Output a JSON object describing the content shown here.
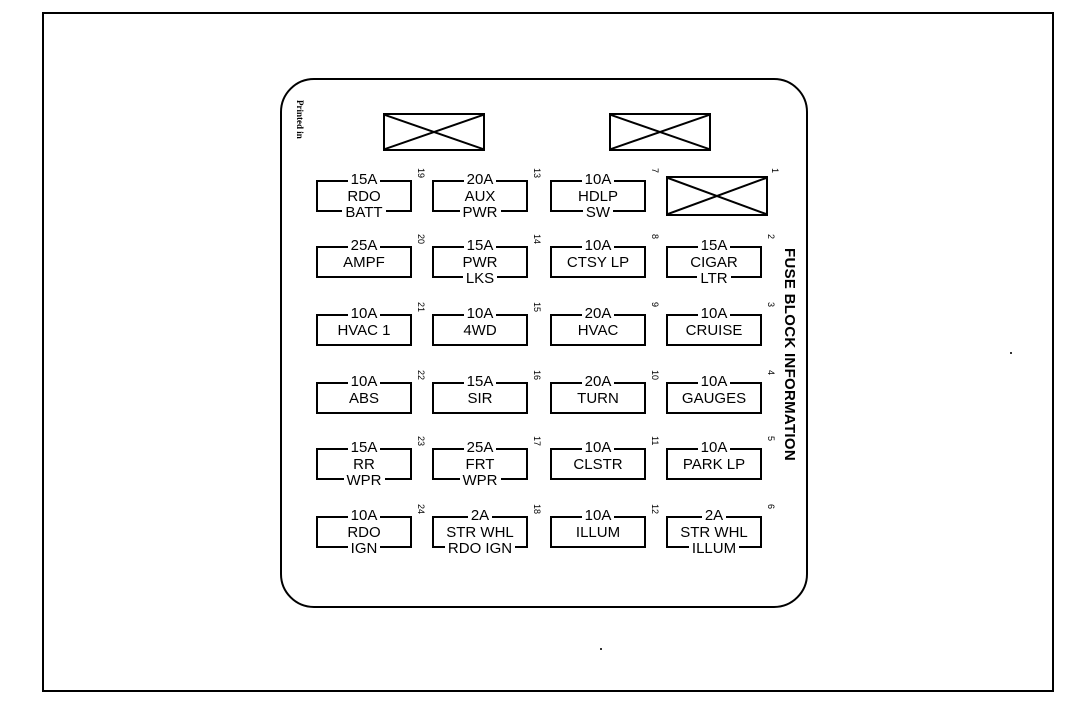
{
  "title": "FUSE BLOCK INFORMATION",
  "printed_text": "Printed in",
  "fuses": [
    {
      "num": "19",
      "amp": "15A",
      "line1": "RDO",
      "line2": "BATT"
    },
    {
      "num": "13",
      "amp": "20A",
      "line1": "AUX",
      "line2": "PWR"
    },
    {
      "num": "7",
      "amp": "10A",
      "line1": "HDLP",
      "line2": "SW"
    },
    {
      "num": "20",
      "amp": "25A",
      "line1": "AMPF",
      "line2": ""
    },
    {
      "num": "14",
      "amp": "15A",
      "line1": "PWR",
      "line2": "LKS"
    },
    {
      "num": "8",
      "amp": "10A",
      "line1": "CTSY LP",
      "line2": ""
    },
    {
      "num": "2",
      "amp": "15A",
      "line1": "CIGAR",
      "line2": "LTR"
    },
    {
      "num": "21",
      "amp": "10A",
      "line1": "HVAC 1",
      "line2": ""
    },
    {
      "num": "15",
      "amp": "10A",
      "line1": "4WD",
      "line2": ""
    },
    {
      "num": "9",
      "amp": "20A",
      "line1": "HVAC",
      "line2": ""
    },
    {
      "num": "3",
      "amp": "10A",
      "line1": "CRUISE",
      "line2": ""
    },
    {
      "num": "22",
      "amp": "10A",
      "line1": "ABS",
      "line2": ""
    },
    {
      "num": "16",
      "amp": "15A",
      "line1": "SIR",
      "line2": ""
    },
    {
      "num": "10",
      "amp": "20A",
      "line1": "TURN",
      "line2": ""
    },
    {
      "num": "4",
      "amp": "10A",
      "line1": "GAUGES",
      "line2": ""
    },
    {
      "num": "23",
      "amp": "15A",
      "line1": "RR",
      "line2": "WPR"
    },
    {
      "num": "17",
      "amp": "25A",
      "line1": "FRT",
      "line2": "WPR"
    },
    {
      "num": "11",
      "amp": "10A",
      "line1": "CLSTR",
      "line2": ""
    },
    {
      "num": "5",
      "amp": "10A",
      "line1": "PARK LP",
      "line2": ""
    },
    {
      "num": "24",
      "amp": "10A",
      "line1": "RDO",
      "line2": "IGN"
    },
    {
      "num": "18",
      "amp": "2A",
      "line1": "STR WHL",
      "line2": "RDO IGN"
    },
    {
      "num": "12",
      "amp": "10A",
      "line1": "ILLUM",
      "line2": ""
    },
    {
      "num": "6",
      "amp": "2A",
      "line1": "STR WHL",
      "line2": "ILLUM"
    }
  ],
  "relays": [
    {
      "num": ""
    },
    {
      "num": ""
    },
    {
      "num": "1"
    }
  ]
}
